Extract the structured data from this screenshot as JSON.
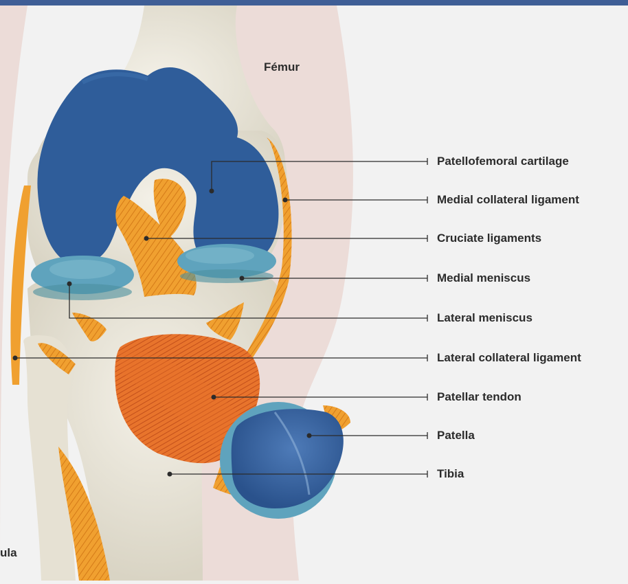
{
  "colors": {
    "background": "#f2f2f2",
    "skin": "#ecdcd8",
    "bone": "#e8e4d8",
    "cartilage": "#2f5d9a",
    "meniscus": "#5fa3bd",
    "ligament": "#f0a030",
    "tendon": "#e8742c",
    "top_bar": "#3f5e96",
    "leader_line": "#2b2b2b"
  },
  "labels": {
    "femur": "Fémur",
    "fibula": "ula"
  },
  "callouts": [
    {
      "id": "patellofemoral-cartilage",
      "text": "Patellofemoral cartilage"
    },
    {
      "id": "medial-collateral-ligament",
      "text": "Medial collateral ligament"
    },
    {
      "id": "cruciate-ligaments",
      "text": "Cruciate ligaments"
    },
    {
      "id": "medial-meniscus",
      "text": "Medial meniscus"
    },
    {
      "id": "lateral-meniscus",
      "text": "Lateral meniscus"
    },
    {
      "id": "lateral-collateral-ligament",
      "text": "Lateral collateral ligament"
    },
    {
      "id": "patellar-tendon",
      "text": "Patellar tendon"
    },
    {
      "id": "patella",
      "text": "Patella"
    },
    {
      "id": "tibia",
      "text": "Tibia"
    }
  ]
}
